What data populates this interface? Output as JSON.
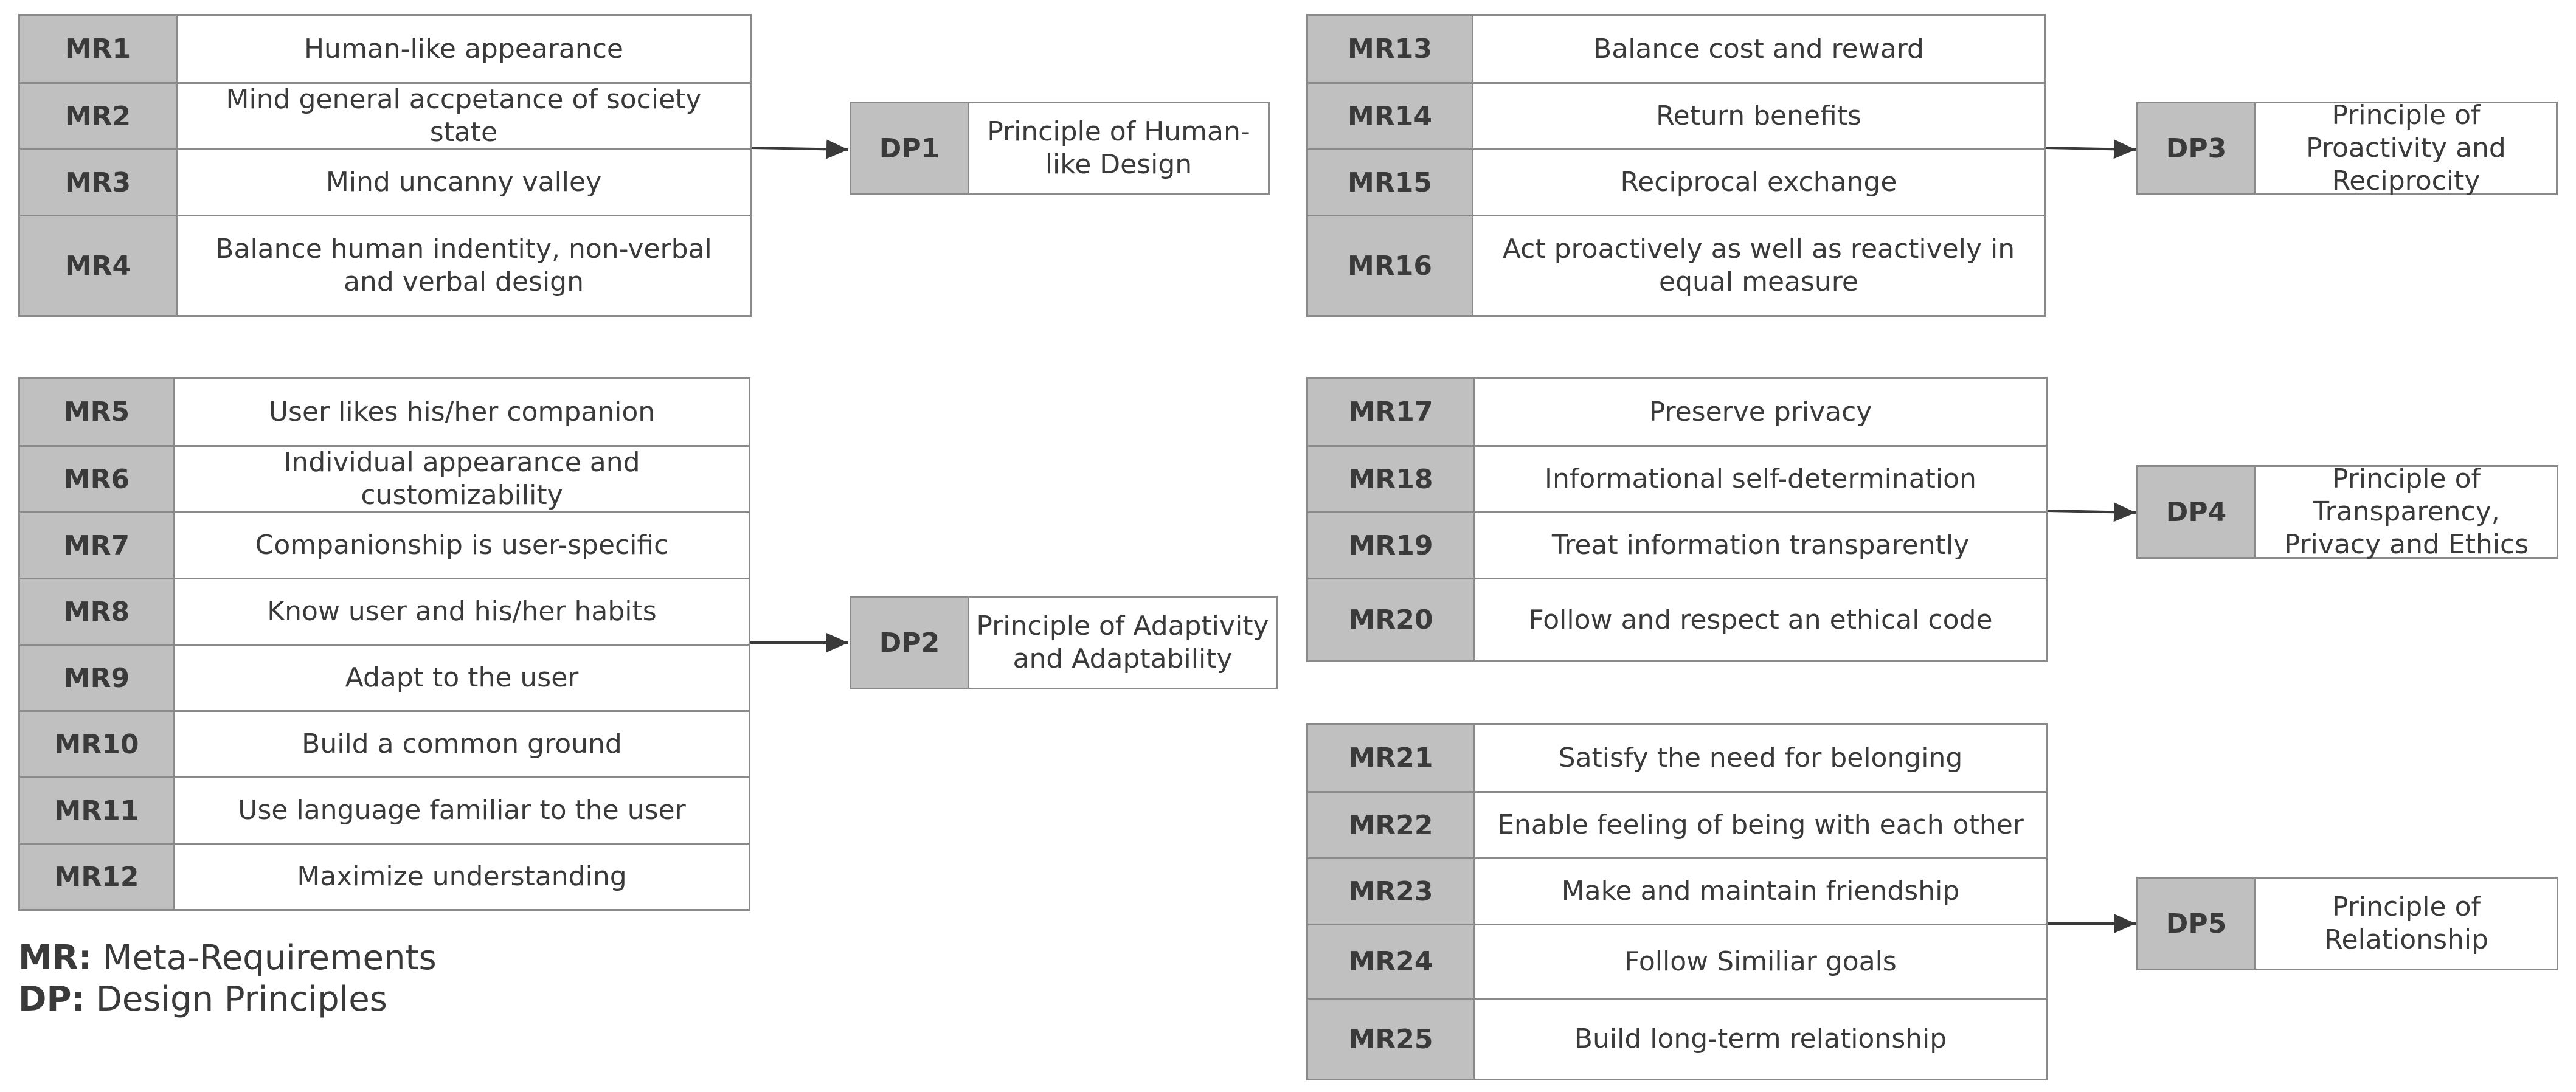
{
  "groups": [
    {
      "id": "DP1",
      "principle": "Principle of Human-like Design",
      "requirements": [
        {
          "id": "MR1",
          "text": "Human-like appearance"
        },
        {
          "id": "MR2",
          "text": "Mind general accpetance of society state"
        },
        {
          "id": "MR3",
          "text": "Mind uncanny valley"
        },
        {
          "id": "MR4",
          "text": "Balance human indentity, non-verbal and verbal design"
        }
      ]
    },
    {
      "id": "DP2",
      "principle": "Principle of Adaptivity and Adaptability",
      "requirements": [
        {
          "id": "MR5",
          "text": "User likes his/her companion"
        },
        {
          "id": "MR6",
          "text": "Individual appearance and customizability"
        },
        {
          "id": "MR7",
          "text": "Companionship is user-specific"
        },
        {
          "id": "MR8",
          "text": "Know user and his/her habits"
        },
        {
          "id": "MR9",
          "text": "Adapt to the user"
        },
        {
          "id": "MR10",
          "text": "Build a common ground"
        },
        {
          "id": "MR11",
          "text": "Use language familiar to the user"
        },
        {
          "id": "MR12",
          "text": "Maximize understanding"
        }
      ]
    },
    {
      "id": "DP3",
      "principle": "Principle of Proactivity and Reciprocity",
      "requirements": [
        {
          "id": "MR13",
          "text": "Balance cost and reward"
        },
        {
          "id": "MR14",
          "text": "Return benefits"
        },
        {
          "id": "MR15",
          "text": "Reciprocal exchange"
        },
        {
          "id": "MR16",
          "text": "Act proactively as well as reactively in equal measure"
        }
      ]
    },
    {
      "id": "DP4",
      "principle": "Principle of Transparency, Privacy and Ethics",
      "requirements": [
        {
          "id": "MR17",
          "text": "Preserve privacy"
        },
        {
          "id": "MR18",
          "text": "Informational self-determination"
        },
        {
          "id": "MR19",
          "text": "Treat information transparently"
        },
        {
          "id": "MR20",
          "text": "Follow and respect an ethical code"
        }
      ]
    },
    {
      "id": "DP5",
      "principle": "Principle of Relationship",
      "requirements": [
        {
          "id": "MR21",
          "text": "Satisfy the need for belonging"
        },
        {
          "id": "MR22",
          "text": "Enable feeling of being with each other"
        },
        {
          "id": "MR23",
          "text": "Make and maintain friendship"
        },
        {
          "id": "MR24",
          "text": "Follow Similiar goals"
        },
        {
          "id": "MR25",
          "text": "Build long-term relationship"
        }
      ]
    }
  ],
  "legend": {
    "mr_abbr": "MR:",
    "mr_label": "Meta-Requirements",
    "dp_abbr": "DP:",
    "dp_label": "Design Principles"
  }
}
